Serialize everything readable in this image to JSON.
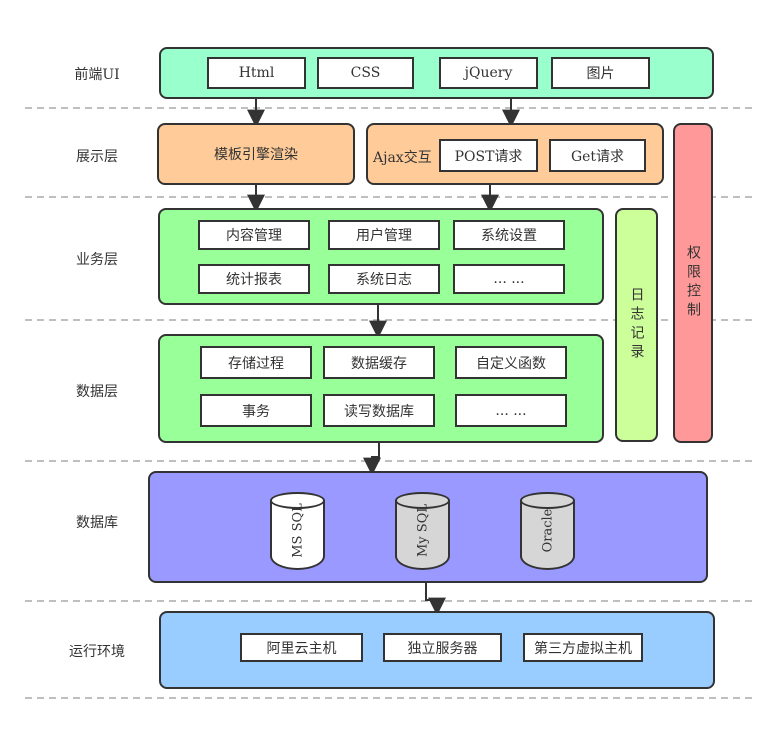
{
  "layers": {
    "frontend": {
      "label": "前端UI",
      "items": [
        "Html",
        "CSS",
        "jQuery",
        "图片"
      ]
    },
    "presentation": {
      "label": "展示层",
      "template_engine": "模板引擎渲染",
      "ajax_label": "Ajax交互",
      "post": "POST请求",
      "get": "Get请求"
    },
    "business": {
      "label": "业务层",
      "items": [
        "内容管理",
        "用户管理",
        "系统设置",
        "统计报表",
        "系统日志",
        "... ..."
      ]
    },
    "data": {
      "label": "数据层",
      "items": [
        "存储过程",
        "数据缓存",
        "自定义函数",
        "事务",
        "读写数据库",
        "... ..."
      ]
    },
    "database": {
      "label": "数据库",
      "cylinders": [
        "MS SQL",
        "My SQL",
        "Oracle"
      ]
    },
    "runtime": {
      "label": "运行环境",
      "items": [
        "阿里云主机",
        "独立服务器",
        "第三方虚拟主机"
      ]
    }
  },
  "sidebars": {
    "log": "日志记录",
    "auth": "权限控制"
  },
  "colors": {
    "frontend": "#99FFCC",
    "presentation": "#FFCC99",
    "business": "#99FF99",
    "data": "#99FF99",
    "log": "#CCFF99",
    "auth": "#FF9999",
    "database": "#9999FF",
    "runtime": "#99CCFF",
    "border": "#333333",
    "separator": "#aaaaaa"
  }
}
